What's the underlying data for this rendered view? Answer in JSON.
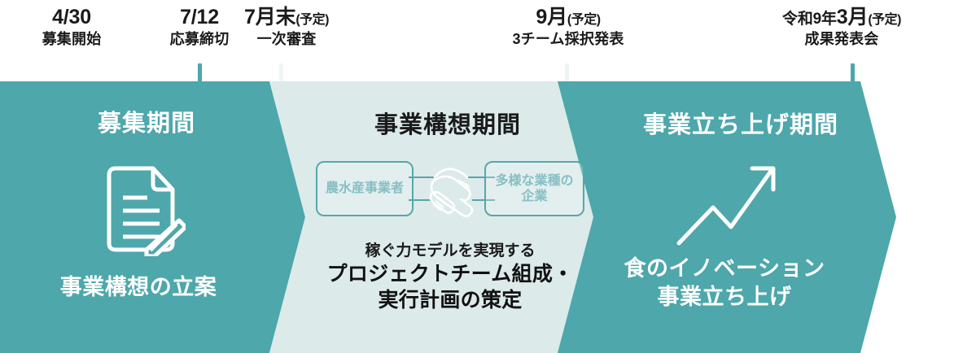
{
  "timeline": {
    "milestones": [
      {
        "id": "recruit-start",
        "date": "4/30",
        "note": "",
        "label": "募集開始",
        "tick_color": "",
        "has_tick": false
      },
      {
        "id": "application-deadline",
        "date": "7/12",
        "note": "",
        "label": "応募締切",
        "tick_color": "#4da7ab",
        "has_tick": true
      },
      {
        "id": "first-screening",
        "date": "7月末",
        "note": "(予定)",
        "label": "一次審査",
        "tick_color": "#eef5f5",
        "has_tick": true
      },
      {
        "id": "three-team-announcement",
        "date": "9月",
        "note": "(予定)",
        "label": "3チーム採択発表",
        "tick_color": "#eef5f5",
        "has_tick": true
      },
      {
        "id": "results-presentation",
        "date_era": "令和9年",
        "date": "3月",
        "note": "(予定)",
        "label": "成果発表会",
        "tick_color": "#4da7ab",
        "has_tick": true
      }
    ]
  },
  "phases": [
    {
      "id": "recruitment-period",
      "title": "募集期間",
      "icon": "document-pen-icon",
      "footer_lead": "",
      "footer_main_line1": "事業構想の立案",
      "footer_main_line2": "",
      "fill": "#4da7ab",
      "text_color": "#ffffff"
    },
    {
      "id": "business-planning-period",
      "title": "事業構想期間",
      "icon": "handshake-icon",
      "footer_lead": "稼ぐ力モデルを実現する",
      "footer_main_line1": "プロジェクトチーム組成・",
      "footer_main_line2": "実行計画の策定",
      "fill": "#dceaea",
      "text_color": "#111111",
      "partners": {
        "left_label_line1": "農水産事業者",
        "left_label_line2": "",
        "right_label_line1": "多様な業種の",
        "right_label_line2": "企業"
      }
    },
    {
      "id": "business-launch-period",
      "title": "事業立ち上げ期間",
      "icon": "growth-arrow-icon",
      "footer_lead": "",
      "footer_main_line1": "食のイノベーション",
      "footer_main_line2": "事業立ち上げ",
      "fill": "#4da7ab",
      "text_color": "#ffffff"
    }
  ],
  "colors": {
    "teal": "#4da7ab",
    "pale_teal": "#dceaea",
    "tick_light": "#eef5f5",
    "box_border": "#56a8ab",
    "box_text": "#87bfc4",
    "text_dark": "#1a1a1a",
    "white": "#ffffff"
  }
}
